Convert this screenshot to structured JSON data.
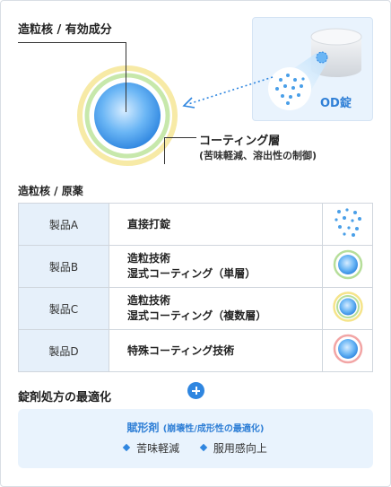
{
  "diagram": {
    "core_label": "造粒核 / 有効成分",
    "coating_label": "コーティング層",
    "coating_sub": "(苦味軽減、溶出性の制御)",
    "od_label": "OD錠"
  },
  "api_section": {
    "label": "造粒核 / 原薬",
    "products": [
      {
        "name": "製品A",
        "line1": "直接打錠",
        "line2": "",
        "icon": "scattered-dots-icon"
      },
      {
        "name": "製品B",
        "line1": "造粒技術",
        "line2": "湿式コーティング（単層）",
        "icon": "single-layer-granule-icon"
      },
      {
        "name": "製品C",
        "line1": "造粒技術",
        "line2": "湿式コーティング（複数層）",
        "icon": "multi-layer-granule-icon"
      },
      {
        "name": "製品D",
        "line1": "特殊コーティング技術",
        "line2": "",
        "icon": "special-coating-granule-icon"
      }
    ]
  },
  "optimization": {
    "label": "錠剤処方の最適化",
    "excipient_title": "賦形剤",
    "excipient_sub": "(崩壊性/成形性の最適化)",
    "items": [
      "苦味軽減",
      "服用感向上"
    ]
  },
  "colors": {
    "accent": "#2f86e0",
    "accent_text": "#2f7fd6",
    "panel_bg": "#e9f3fd",
    "ring_green": "#b6de9a",
    "ring_yellow": "#f5e48a",
    "ring_red": "#f2a5a5"
  }
}
